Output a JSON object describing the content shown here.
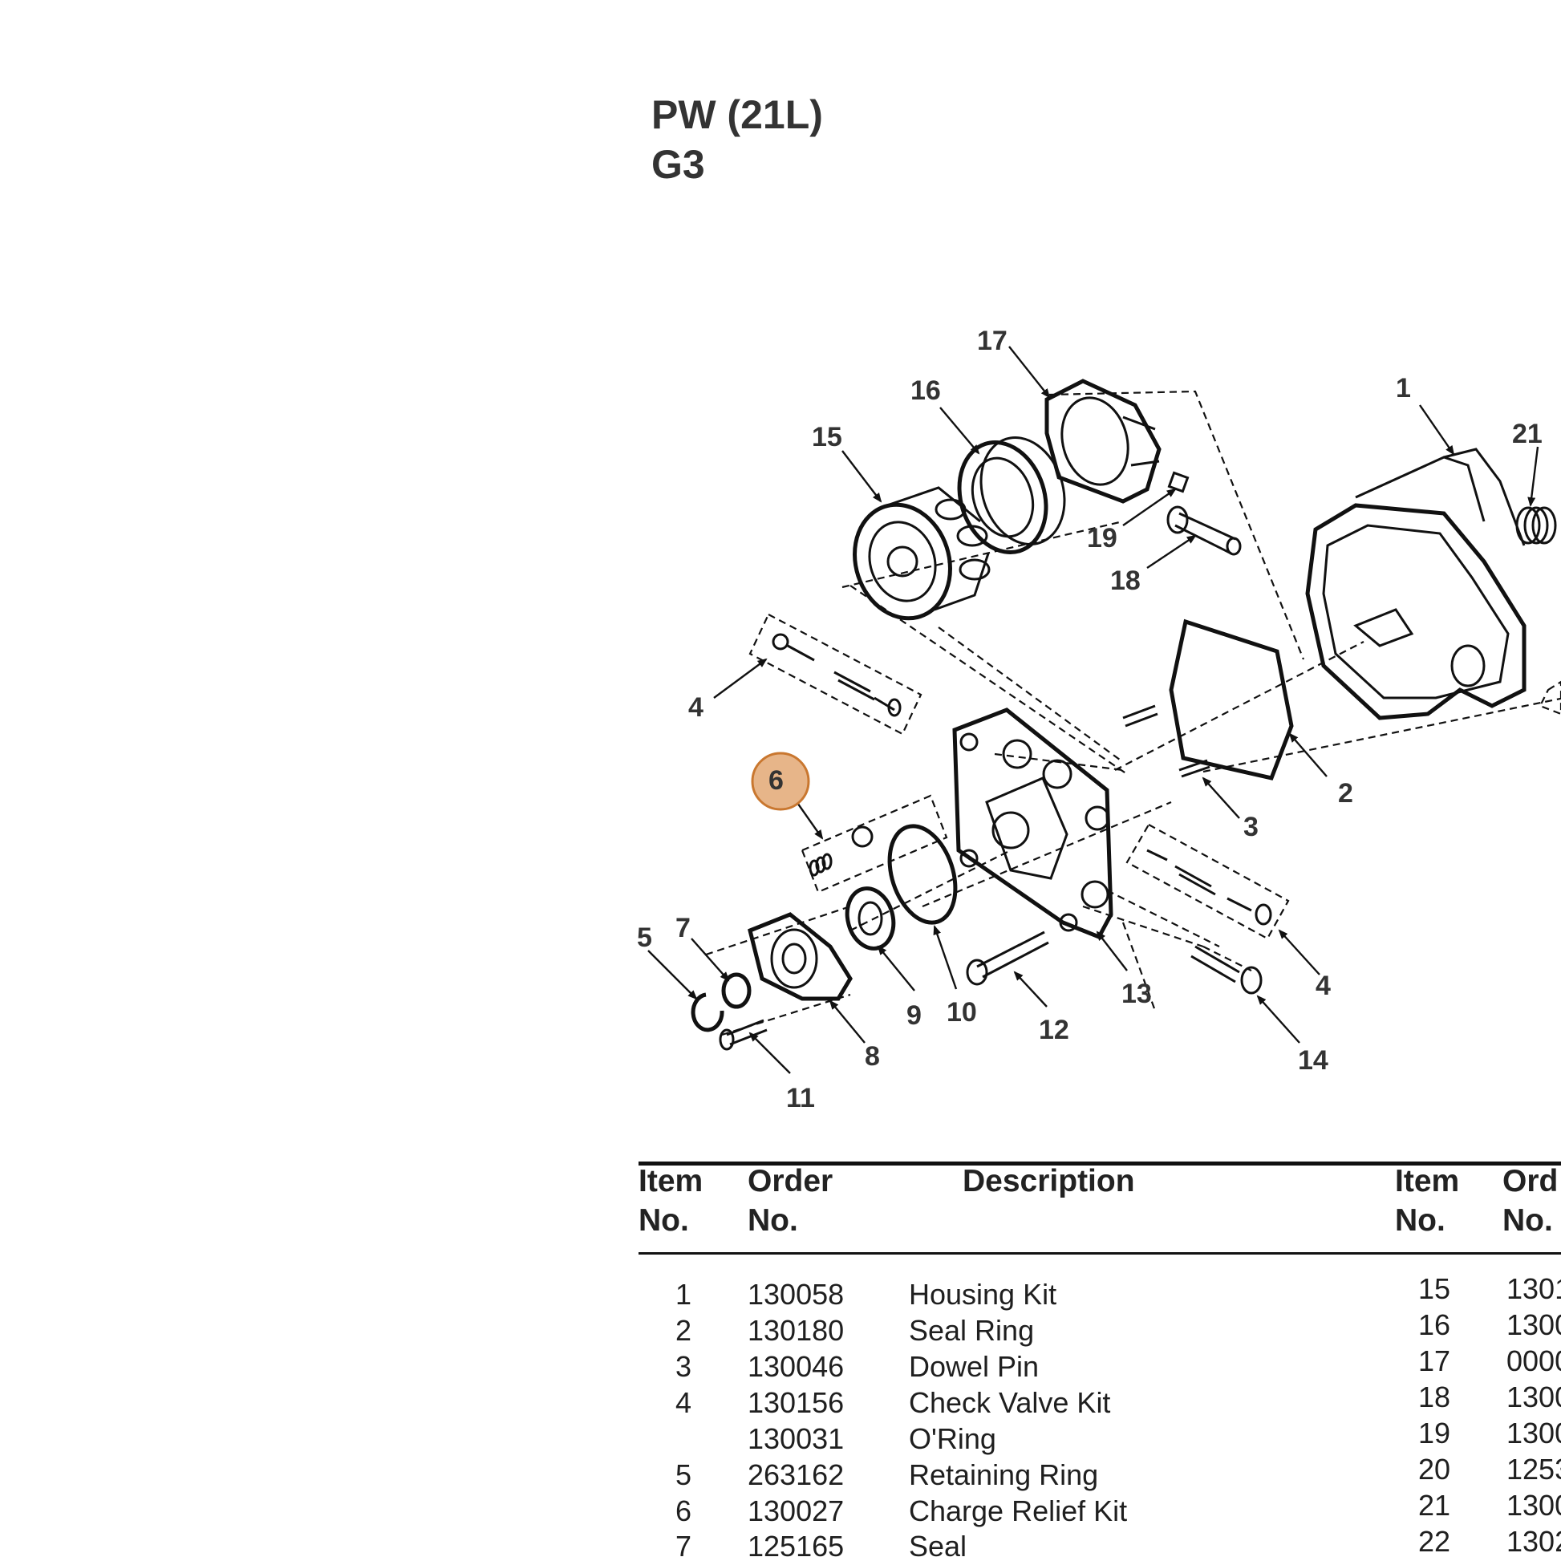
{
  "header": {
    "title_line1": "PW (21L)",
    "title_line2": "G3"
  },
  "diagram": {
    "callouts": [
      "17",
      "16",
      "15",
      "1",
      "21",
      "19",
      "18",
      "4",
      "6",
      "2",
      "3",
      "4",
      "5",
      "7",
      "9",
      "10",
      "12",
      "13",
      "14",
      "8",
      "11"
    ],
    "highlighted_callout": "6",
    "highlight_color": "#e7b589"
  },
  "table": {
    "headers": {
      "item_line1": "Item",
      "item_line2": "No.",
      "order_line1": "Order",
      "order_line2": "No.",
      "description": "Description",
      "item2_line1": "Item",
      "item2_line2": "No.",
      "order2_line1": "Ord",
      "order2_line2": "No."
    },
    "left_rows": [
      {
        "item": "1",
        "order": "130058",
        "desc": "Housing Kit"
      },
      {
        "item": "2",
        "order": "130180",
        "desc": "Seal Ring"
      },
      {
        "item": "3",
        "order": "130046",
        "desc": "Dowel Pin"
      },
      {
        "item": "4",
        "order": "130156",
        "desc": "Check Valve Kit"
      },
      {
        "item": "",
        "order": "130031",
        "desc": "O'Ring"
      },
      {
        "item": "5",
        "order": "263162",
        "desc": "Retaining Ring"
      },
      {
        "item": "6",
        "order": "130027",
        "desc": "Charge Relief Kit"
      },
      {
        "item": "7",
        "order": "125165",
        "desc": "Seal"
      }
    ],
    "right_rows": [
      {
        "item": "15",
        "order": "1301"
      },
      {
        "item": "16",
        "order": "1300"
      },
      {
        "item": "17",
        "order": "0000"
      },
      {
        "item": "18",
        "order": "1300"
      },
      {
        "item": "19",
        "order": "1300"
      },
      {
        "item": "20",
        "order": "1253"
      },
      {
        "item": "21",
        "order": "1300"
      },
      {
        "item": "22",
        "order": "1302"
      }
    ]
  }
}
